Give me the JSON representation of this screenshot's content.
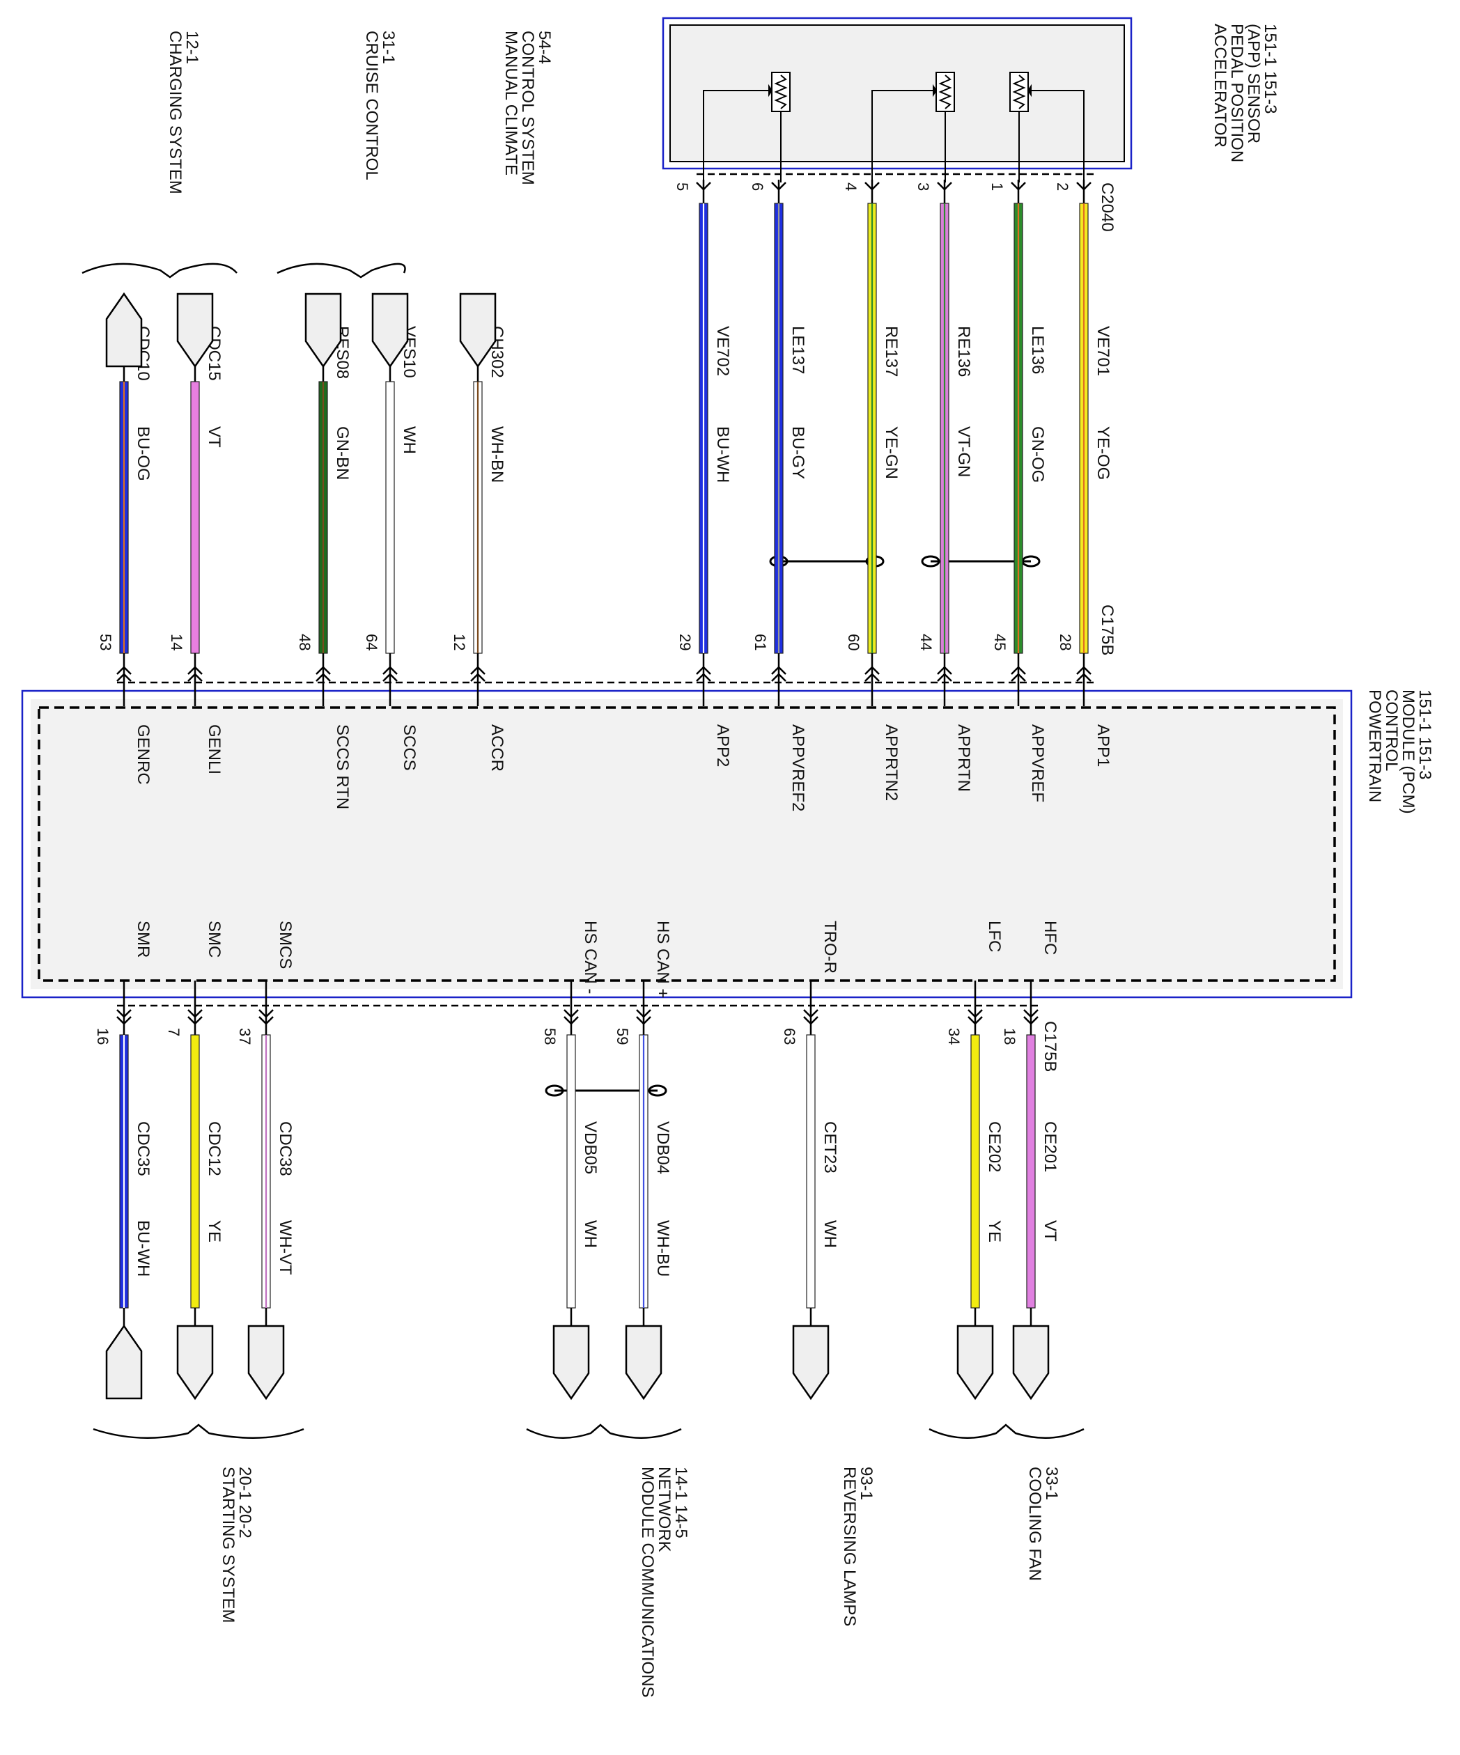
{
  "pcm": {
    "title": [
      "POWERTRAIN",
      "CONTROL",
      "MODULE (PCM)",
      "151-1   151-3"
    ],
    "upper_pins": [
      "GENRC",
      "GENLI",
      "SCCS RTN",
      "SCCS",
      "ACCR",
      "APP2",
      "APPVREF2",
      "APPRTN2",
      "APPRTN",
      "APPVREF",
      "APP1"
    ],
    "lower_pins": [
      "SMR",
      "SMC",
      "SMCS",
      "HS CAN -",
      "HS CAN +",
      "TRO-R",
      "LFC",
      "HFC"
    ]
  },
  "app_sensor": {
    "title": [
      "ACCELERATOR",
      "PEDAL POSITION",
      "(APP) SENSOR",
      "151-1   151-3"
    ],
    "connector": "C2040"
  },
  "connector_top": "C175B",
  "connector_bottom": "C175B",
  "upper_wires": [
    {
      "circuit": "CDC10",
      "color_code": "BU-OG",
      "pcm_pin": "53",
      "color": "#1f2fe0",
      "stripe": "#e07020"
    },
    {
      "circuit": "CDC15",
      "color_code": "VT",
      "pcm_pin": "14",
      "color": "#e87fe0",
      "stripe": ""
    },
    {
      "circuit": "RES08",
      "color_code": "GN-BN",
      "pcm_pin": "48",
      "color": "#1e6b1e",
      "stripe": "#7a4a1e"
    },
    {
      "circuit": "VES10",
      "color_code": "WH",
      "pcm_pin": "64",
      "color": "#ffffff",
      "stripe": ""
    },
    {
      "circuit": "CH302",
      "color_code": "WH-BN",
      "pcm_pin": "12",
      "color": "#ffffff",
      "stripe": "#7a4a1e"
    },
    {
      "circuit": "VE702",
      "color_code": "BU-WH",
      "pcm_pin": "29",
      "sensor_pin": "5",
      "color": "#1f2fe0",
      "stripe": "#ffffff"
    },
    {
      "circuit": "LE137",
      "color_code": "BU-GY",
      "pcm_pin": "61",
      "sensor_pin": "6",
      "color": "#1f2fe0",
      "stripe": "#999999"
    },
    {
      "circuit": "RE137",
      "color_code": "YE-GN",
      "pcm_pin": "60",
      "sensor_pin": "4",
      "color": "#ecec20",
      "stripe": "#2c8c2c"
    },
    {
      "circuit": "RE136",
      "color_code": "VT-GN",
      "pcm_pin": "44",
      "sensor_pin": "3",
      "color": "#d87fd8",
      "stripe": "#2c8c2c"
    },
    {
      "circuit": "LE136",
      "color_code": "GN-OG",
      "pcm_pin": "45",
      "sensor_pin": "1",
      "color": "#2c8c2c",
      "stripe": "#e07020"
    },
    {
      "circuit": "VE701",
      "color_code": "YE-OG",
      "pcm_pin": "28",
      "sensor_pin": "2",
      "color": "#f6ea20",
      "stripe": "#e07020"
    }
  ],
  "lower_wires": [
    {
      "circuit": "CDC35",
      "color_code": "BU-WH",
      "pcm_pin": "16",
      "color": "#1f2fe0",
      "stripe": "#ffffff"
    },
    {
      "circuit": "CDC12",
      "color_code": "YE",
      "pcm_pin": "7",
      "color": "#f2ec10",
      "stripe": ""
    },
    {
      "circuit": "CDC38",
      "color_code": "WH-VT",
      "pcm_pin": "37",
      "color": "#ffffff",
      "stripe": "#c070c0"
    },
    {
      "circuit": "VDB05",
      "color_code": "WH",
      "pcm_pin": "58",
      "color": "#ffffff",
      "stripe": ""
    },
    {
      "circuit": "VDB04",
      "color_code": "WH-BU",
      "pcm_pin": "59",
      "color": "#ffffff",
      "stripe": "#4050e0"
    },
    {
      "circuit": "CET23",
      "color_code": "WH",
      "pcm_pin": "63",
      "color": "#ffffff",
      "stripe": ""
    },
    {
      "circuit": "CE202",
      "color_code": "YE",
      "pcm_pin": "34",
      "color": "#f2ec10",
      "stripe": ""
    },
    {
      "circuit": "CE201",
      "color_code": "VT",
      "pcm_pin": "18",
      "color": "#e080e0",
      "stripe": ""
    }
  ],
  "systems_top": [
    {
      "name": [
        "CHARGING SYSTEM"
      ],
      "ref": "12-1"
    },
    {
      "name": [
        "CRUISE CONTROL"
      ],
      "ref": "31-1"
    },
    {
      "name": [
        "MANUAL CLIMATE",
        "CONTROL SYSTEM"
      ],
      "ref": "54-4"
    }
  ],
  "systems_bottom": [
    {
      "name": [
        "STARTING SYSTEM"
      ],
      "ref": "20-1   20-2"
    },
    {
      "name": [
        "MODULE COMMUNICATIONS",
        "NETWORK"
      ],
      "ref": "14-1      14-5"
    },
    {
      "name": [
        "REVERSING LAMPS"
      ],
      "ref": "93-1"
    },
    {
      "name": [
        "COOLING FAN"
      ],
      "ref": "33-1"
    }
  ]
}
